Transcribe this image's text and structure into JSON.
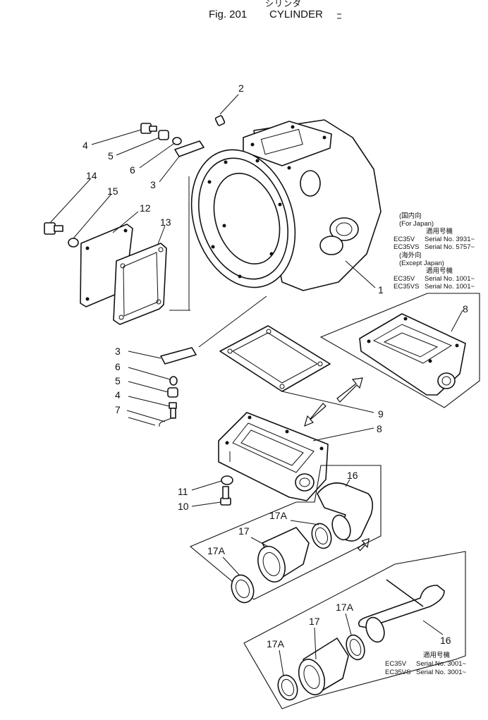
{
  "header": {
    "japanese_title": "シリンダ",
    "fig_label": "Fig. 201",
    "title": "CYLINDER"
  },
  "callouts": {
    "c1": "1",
    "c2": "2",
    "c3a": "3",
    "c3b": "3",
    "c4a": "4",
    "c4b": "4",
    "c5a": "5",
    "c5b": "5",
    "c6a": "6",
    "c6b": "6",
    "c7": "7",
    "c8a": "8",
    "c8b": "8",
    "c9": "9",
    "c10": "10",
    "c11": "11",
    "c12": "12",
    "c13": "13",
    "c14": "14",
    "c15": "15",
    "c16a": "16",
    "c16b": "16",
    "c17a": "17",
    "c17b": "17",
    "c17A_1": "17A",
    "c17A_2": "17A",
    "c17A_3": "17A",
    "c17A_4": "17A"
  },
  "serial_notes": {
    "upper": {
      "japan_jp": "(国内向",
      "japan_en": "(For Japan)",
      "applic_jp_1": "適用号機",
      "row1_model": "EC35V",
      "row1_serial": "Serial No. 3931~",
      "row2_model": "EC35VS",
      "row2_serial": "Serial No. 5757~",
      "export_jp": "(海外向",
      "export_en": "(Except Japan)",
      "applic_jp_2": "適用号機",
      "row3_model": "EC35V",
      "row3_serial": "Serial No. 1001~",
      "row4_model": "EC35VS",
      "row4_serial": "Serial No. 1001~"
    },
    "lower": {
      "applic_jp": "適用号機",
      "row1_model": "EC35V",
      "row1_serial": "Serial No. 3001~",
      "row2_model": "EC35VS",
      "row2_serial": "Serial No. 3001~"
    }
  },
  "colors": {
    "ink": "#111111",
    "paper": "#ffffff"
  }
}
